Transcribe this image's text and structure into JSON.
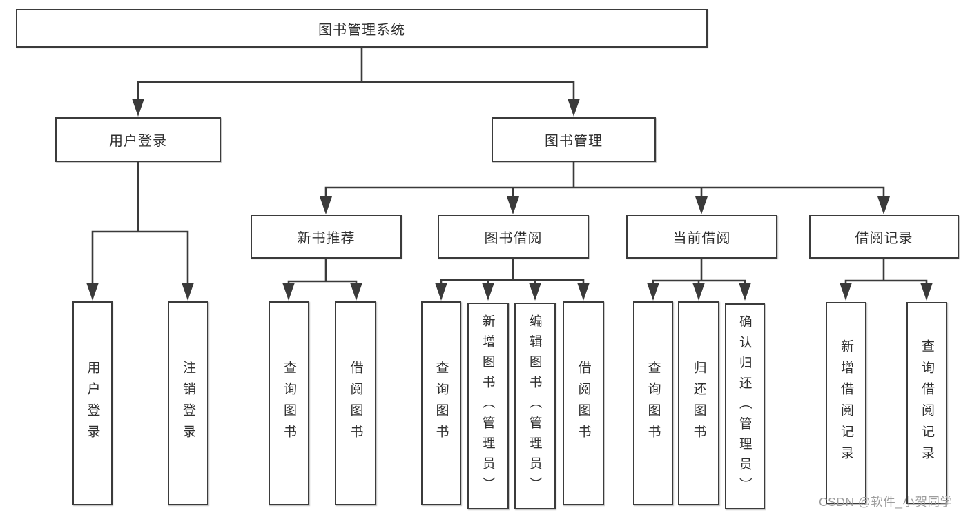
{
  "diagram": {
    "title_node": "图书管理系统",
    "line_color": "#3a3a3a",
    "level2": [
      {
        "label": "用户登录"
      },
      {
        "label": "图书管理"
      }
    ],
    "level3": [
      {
        "label": "新书推荐"
      },
      {
        "label": "图书借阅"
      },
      {
        "label": "当前借阅"
      },
      {
        "label": "借阅记录"
      }
    ],
    "leaves": {
      "user_login": [
        "用户登录",
        "注销登录"
      ],
      "new_book": [
        "查询图书",
        "借阅图书"
      ],
      "book_borrow": [
        "查询图书",
        "新增图书（管理员）",
        "编辑图书（管理员）",
        "借阅图书"
      ],
      "current_borrow": [
        "查询图书",
        "归还图书",
        "确认归还（管理员）"
      ],
      "borrow_record": [
        "新增借阅记录",
        "查询借阅记录"
      ]
    }
  },
  "watermark": {
    "text": "CSDN @软件_小贺同学",
    "color": "#9d9d9d"
  }
}
